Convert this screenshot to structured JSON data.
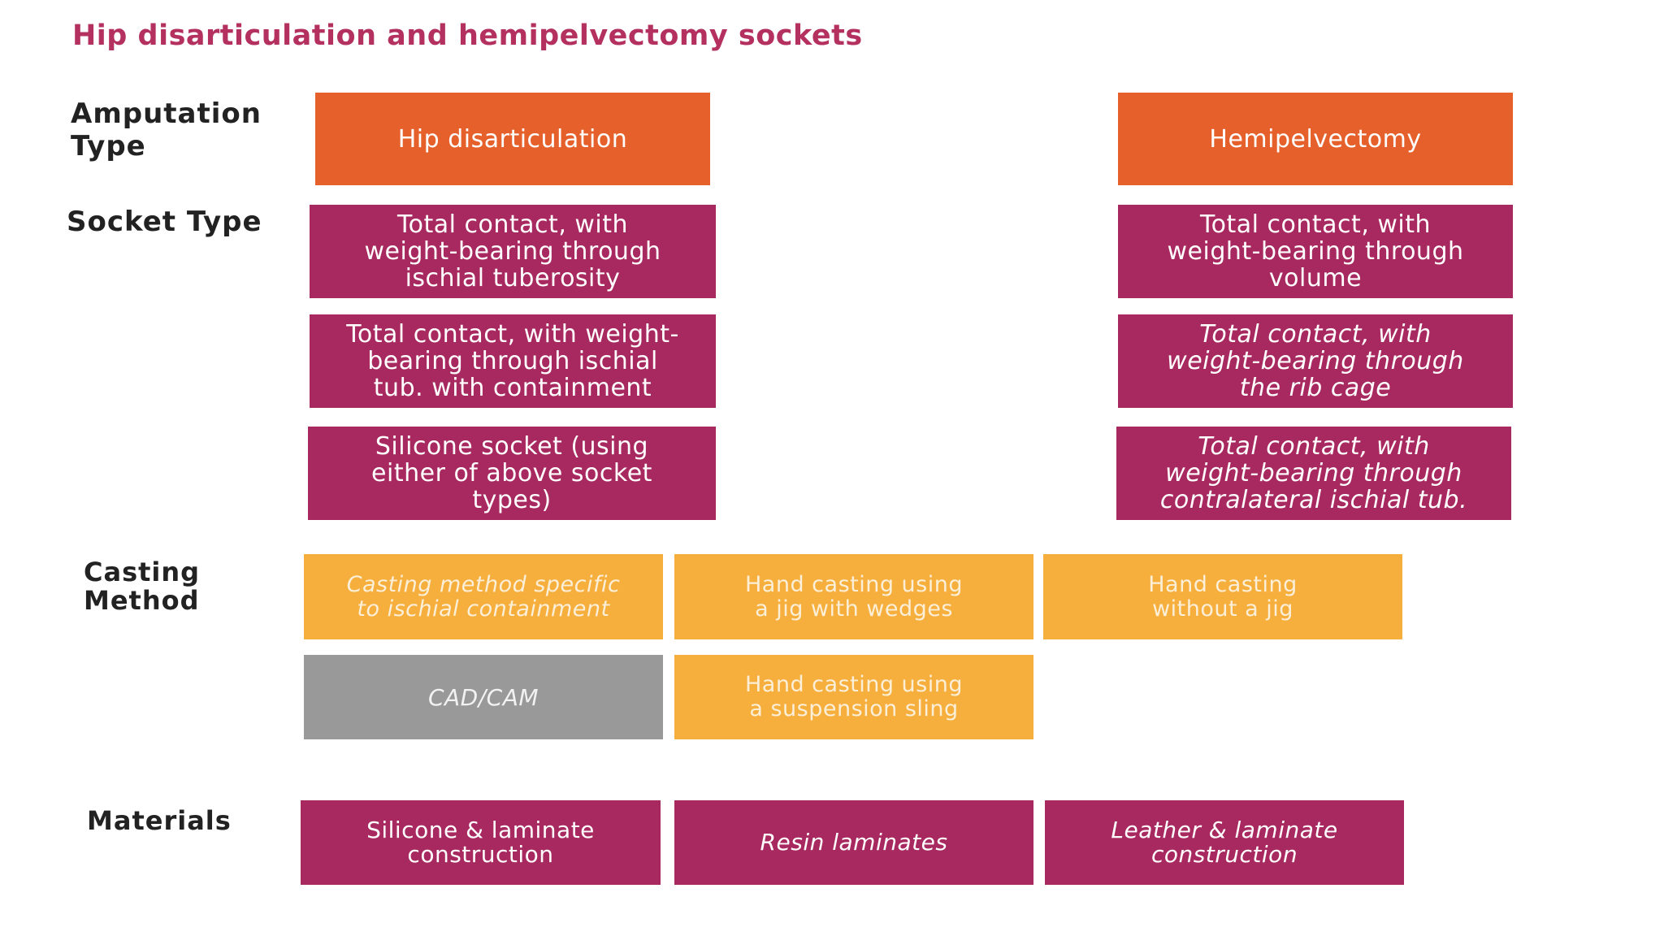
{
  "title": "Hip disarticulation and hemipelvectomy sockets",
  "colors": {
    "orange": "#e5602a",
    "magenta": "#a8295f",
    "yellow": "#f6ae3c",
    "gray": "#999999"
  },
  "row_labels": {
    "amputation_type": "Amputation\nType",
    "socket_type": "Socket Type",
    "casting_method": "Casting\nMethod",
    "materials": "Materials"
  },
  "amputation_types": {
    "hip": "Hip disarticulation",
    "hemi": "Hemipelvectomy"
  },
  "socket_types": {
    "hip": [
      "Total contact, with\nweight-bearing through\nischial tuberosity",
      "Total contact, with weight-\nbearing through ischial\ntub. with containment",
      "Silicone socket (using\neither of above socket\ntypes)"
    ],
    "hemi": [
      "Total contact, with\nweight-bearing through\nvolume",
      "Total contact, with\nweight-bearing through\nthe rib cage",
      "Total contact, with\nweight-bearing through\ncontralateral ischial tub."
    ]
  },
  "casting_methods": [
    "Casting method specific\nto ischial containment",
    "Hand casting using\na jig with wedges",
    "Hand casting\nwithout a jig",
    "CAD/CAM",
    "Hand casting using\na suspension sling"
  ],
  "materials": [
    "Silicone & laminate\nconstruction",
    "Resin laminates",
    "Leather & laminate\nconstruction"
  ]
}
